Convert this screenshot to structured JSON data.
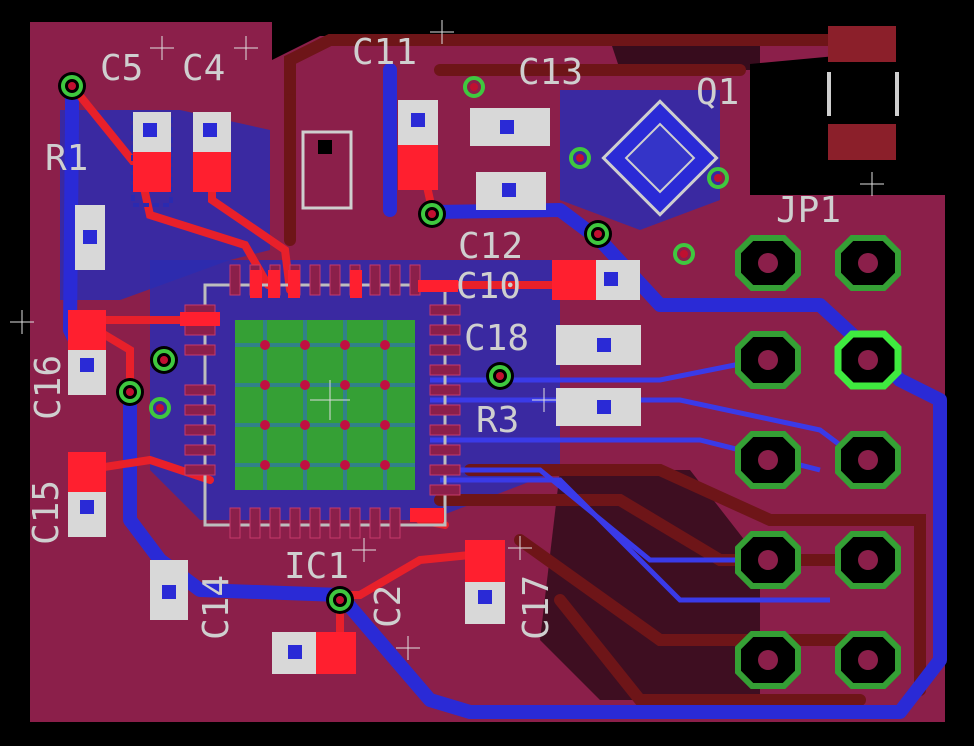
{
  "board": {
    "labels": {
      "c5": "C5",
      "c4": "C4",
      "c11": "C11",
      "c13": "C13",
      "q1": "Q1",
      "r1": "R1",
      "jp1": "JP1",
      "c12": "C12",
      "c10": "C10",
      "c18": "C18",
      "r3": "R3",
      "c16": "C16",
      "c15": "C15",
      "ic1": "IC1",
      "c14": "C14",
      "c2": "C2",
      "c17": "C17"
    }
  },
  "colors": {
    "background": "#000000",
    "bottom_copper_fill": "#8b1f4a",
    "bottom_trace": "#2a2ad6",
    "top_trace": "#e8202a",
    "dark_trace": "#7a1a1a",
    "pad": "#ff1f2f",
    "via_ring": "#3fc83f",
    "via_hole": "#c01030",
    "silkscreen": "#cfcfcf",
    "ground_pad": "#35a035"
  }
}
